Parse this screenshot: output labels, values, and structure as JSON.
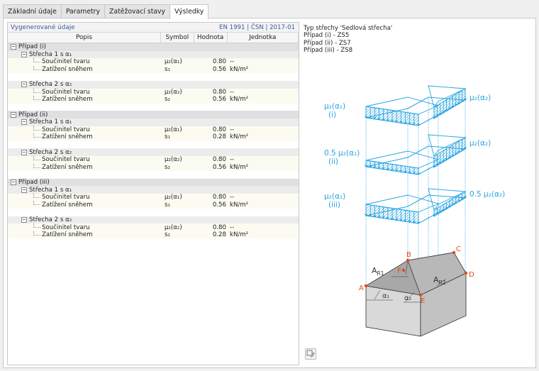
{
  "tabs": [
    {
      "label": "Základní údaje"
    },
    {
      "label": "Parametry"
    },
    {
      "label": "Zatěžovací stavy"
    },
    {
      "label": "Výsledky"
    }
  ],
  "left": {
    "title": "Vygenerované údaje",
    "standard": "EN 1991 | ČSN | 2017-01",
    "columns": [
      "Popis",
      "Symbol",
      "Hodnota",
      "Jednotka"
    ],
    "cases": [
      {
        "label": "Případ (i)",
        "roofs": [
          {
            "label": "Střecha 1 s α₁",
            "rows": [
              {
                "label": "Součinitel tvaru",
                "sym": "μ₂(α₁)",
                "val": "0.80",
                "unit": "--"
              },
              {
                "label": "Zatížení sněhem",
                "sym": "s₁",
                "val": "0.56",
                "unit": "kN/m²"
              }
            ]
          },
          {
            "label": "Střecha 2 s α₂",
            "rows": [
              {
                "label": "Součinitel tvaru",
                "sym": "μ₂(α₂)",
                "val": "0.80",
                "unit": "--"
              },
              {
                "label": "Zatížení sněhem",
                "sym": "s₂",
                "val": "0.56",
                "unit": "kN/m²"
              }
            ]
          }
        ]
      },
      {
        "label": "Případ (ii)",
        "roofs": [
          {
            "label": "Střecha 1 s α₁",
            "rows": [
              {
                "label": "Součinitel tvaru",
                "sym": "μ₂(α₁)",
                "val": "0.80",
                "unit": "--"
              },
              {
                "label": "Zatížení sněhem",
                "sym": "s₁",
                "val": "0.28",
                "unit": "kN/m²"
              }
            ]
          },
          {
            "label": "Střecha 2 s α₂",
            "rows": [
              {
                "label": "Součinitel tvaru",
                "sym": "μ₂(α₂)",
                "val": "0.80",
                "unit": "--"
              },
              {
                "label": "Zatížení sněhem",
                "sym": "s₂",
                "val": "0.56",
                "unit": "kN/m²"
              }
            ]
          }
        ]
      },
      {
        "label": "Případ (iii)",
        "roofs": [
          {
            "label": "Střecha 1 s α₁",
            "rows": [
              {
                "label": "Součinitel tvaru",
                "sym": "μ₂(α₁)",
                "val": "0.80",
                "unit": "--"
              },
              {
                "label": "Zatížení sněhem",
                "sym": "s₁",
                "val": "0.56",
                "unit": "kN/m²"
              }
            ]
          },
          {
            "label": "Střecha 2 s α₂",
            "rows": [
              {
                "label": "Součinitel tvaru",
                "sym": "μ₂(α₂)",
                "val": "0.80",
                "unit": "--"
              },
              {
                "label": "Zatížení sněhem",
                "sym": "s₂",
                "val": "0.28",
                "unit": "kN/m²"
              }
            ]
          }
        ]
      }
    ]
  },
  "right": {
    "info": [
      "Typ střechy 'Sedlová střecha'",
      "Případ (i) - ZS5",
      "Případ (ii) - ZS7",
      "Případ (iii) - ZS8"
    ],
    "diagram": {
      "case1_left": "μ₂(α₁)",
      "case1_left_sub": "(i)",
      "case1_right": "μ₂(α₂)",
      "case2_left": "0.5 μ₂(α₁)",
      "case2_left_sub": "(ii)",
      "case2_right": "μ₂(α₂)",
      "case3_left": "μ₂(α₁)",
      "case3_left_sub": "(iii)",
      "case3_right": "0.5 μ₂(α₂)",
      "pt_A": "A",
      "pt_B": "B",
      "pt_C": "C",
      "pt_D": "D",
      "pt_E": "E",
      "pt_F": "F",
      "ar1": "A",
      "ar1_sub": "R1",
      "ar2": "A",
      "ar2_sub": "R2",
      "alpha1": "α₁",
      "alpha2": "α₂"
    },
    "icon": "refresh-view-icon"
  },
  "colors": {
    "load": "#29a3e0",
    "label_blue": "#3b5a9a",
    "point": "#e04a1a"
  }
}
